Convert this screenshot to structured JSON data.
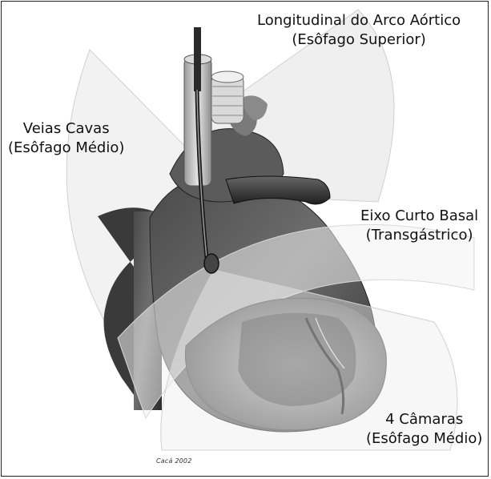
{
  "labels": {
    "arch": {
      "title": "Longitudinal do Arco Aórtico",
      "subtitle": "(Esôfago Superior)"
    },
    "cavas": {
      "title": "Veias Cavas",
      "subtitle": "(Esôfago Médio)"
    },
    "basal": {
      "title": "Eixo Curto Basal",
      "subtitle": "(Transgástrico)"
    },
    "chambers": {
      "title": "4 Câmaras",
      "subtitle": "(Esôfago Médio)"
    }
  },
  "credit": "Cacá 2002"
}
